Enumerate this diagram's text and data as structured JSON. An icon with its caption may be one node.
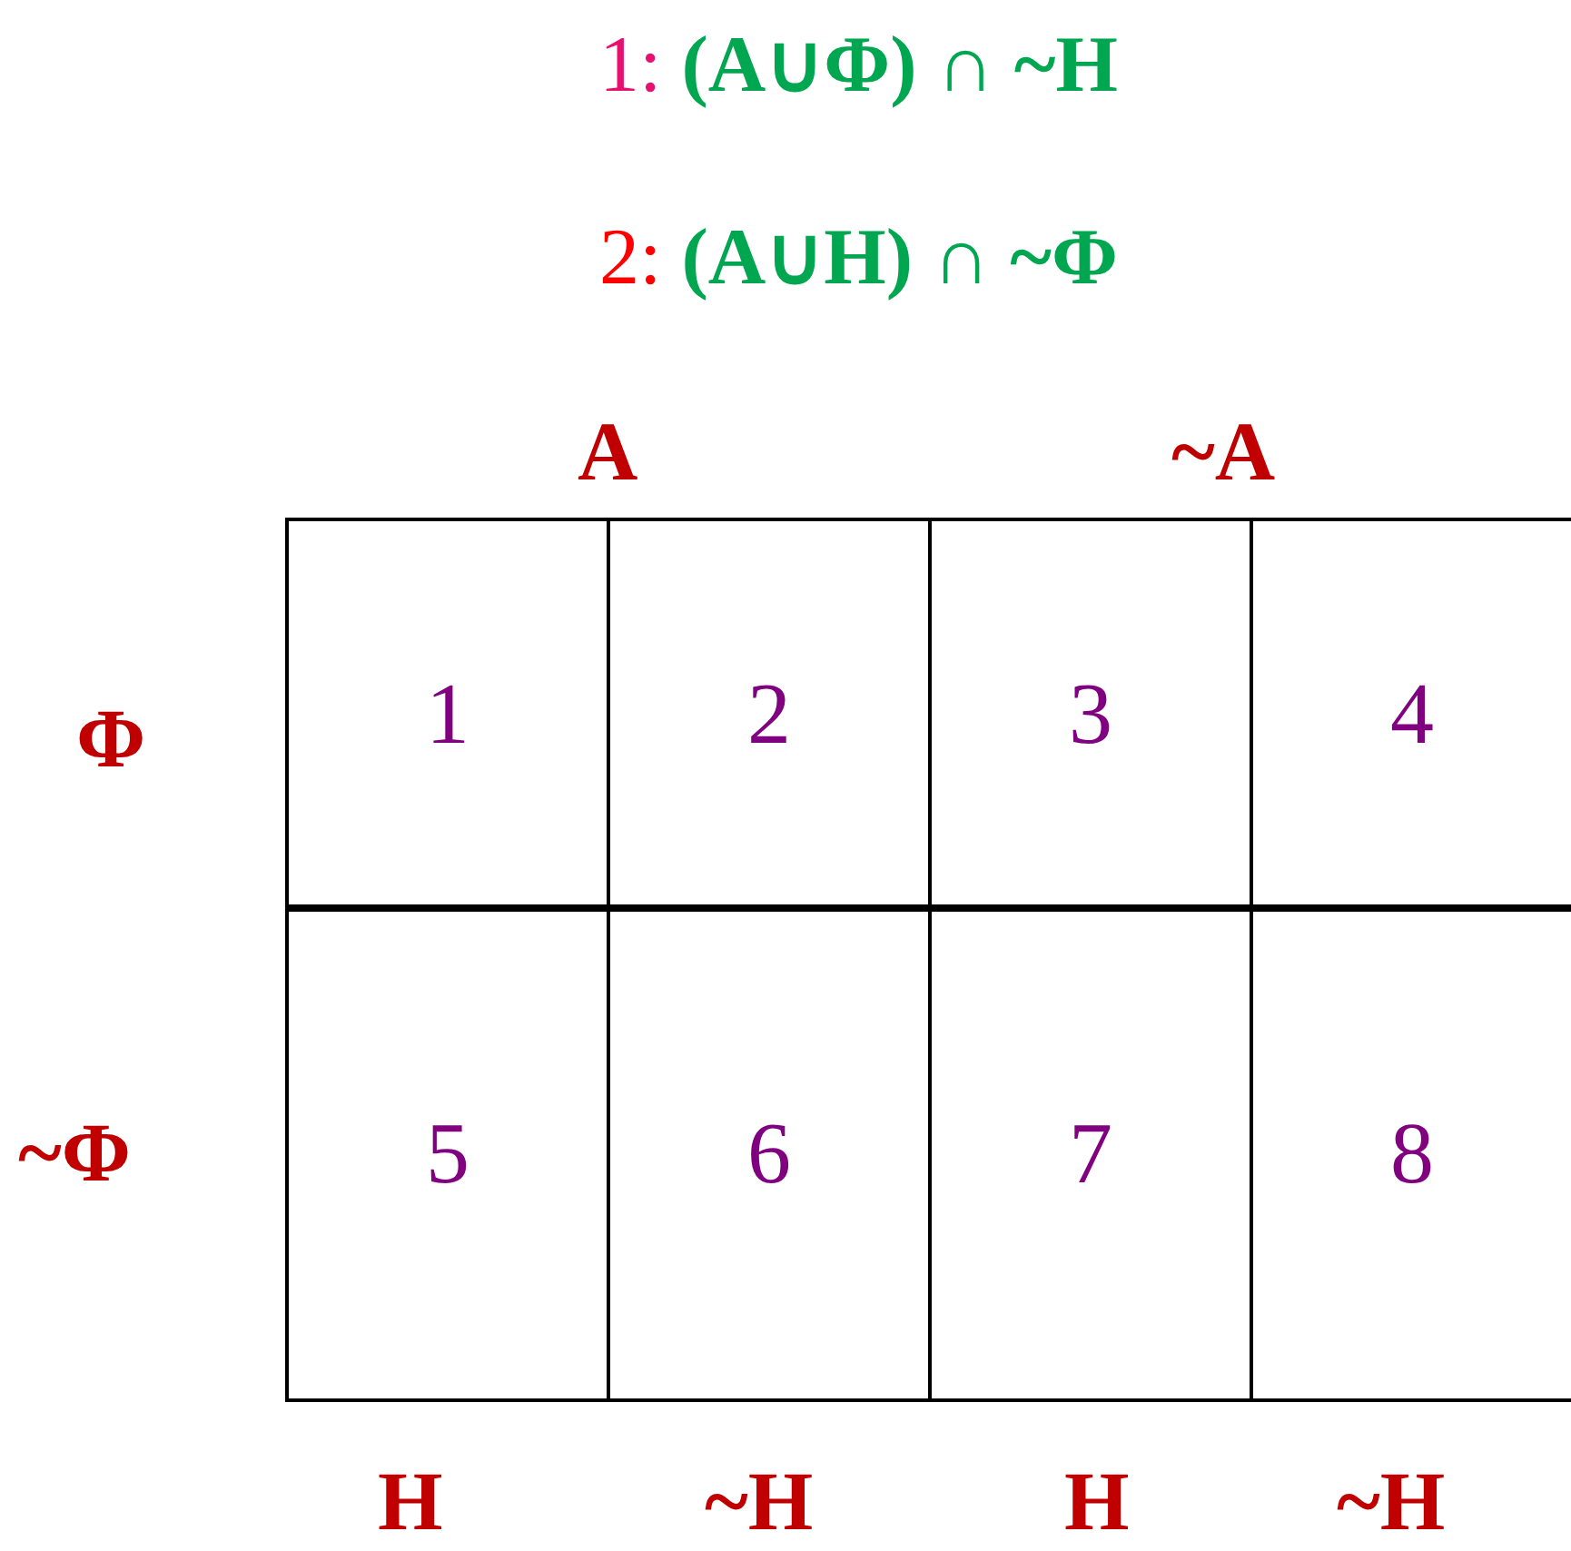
{
  "diagram": {
    "nodes": [
      {
        "text": [
          "1"
        ]
      },
      {
        "text": [
          "2"
        ]
      },
      {
        "text": [
          "3"
        ]
      },
      {
        "text": [
          "4"
        ]
      },
      {
        "text": [
          "5"
        ]
      },
      {
        "text": [
          "6"
        ]
      },
      {
        "text": [
          "7"
        ]
      },
      {
        "text": [
          "8"
        ]
      }
    ],
    "labels": [
      "1: (A∪Φ) ∩ ~H",
      "2: (A∪H) ∩ ~Φ",
      "A",
      "~A",
      "Φ",
      "~Φ",
      "H",
      "~H",
      "H",
      "~H"
    ]
  }
}
